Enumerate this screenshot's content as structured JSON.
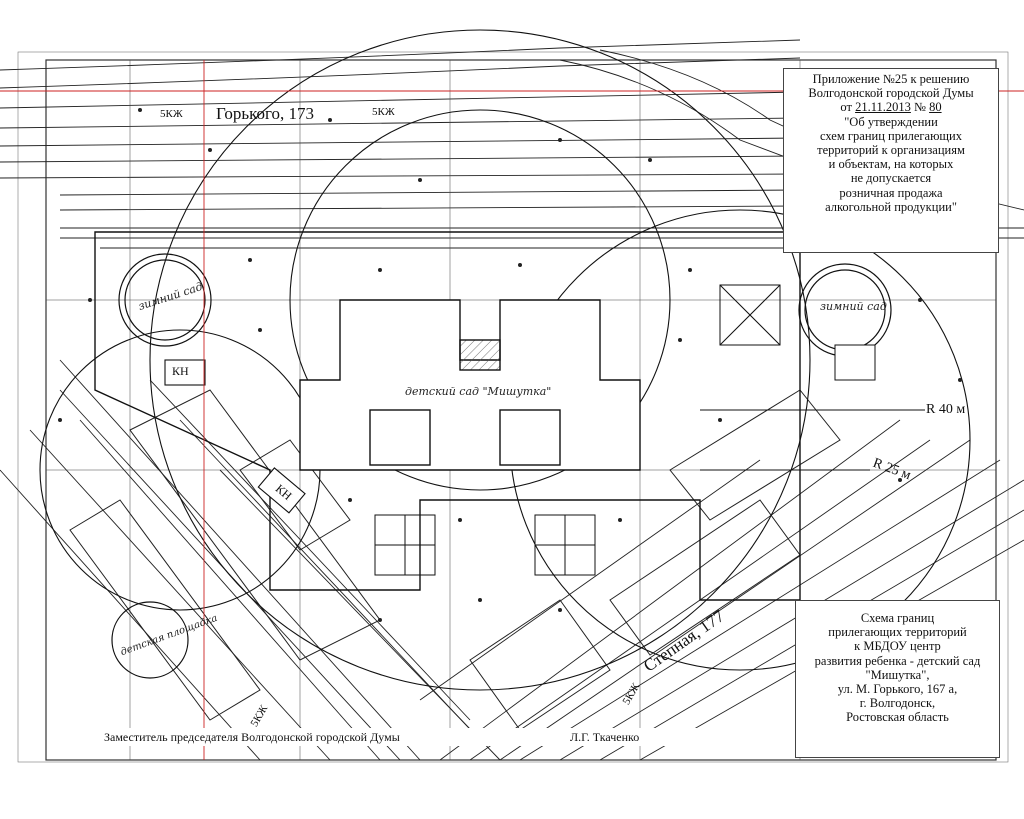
{
  "approval": {
    "line1": "Приложение №25 к решению",
    "line2": "Волгодонской городской Думы",
    "line3_prefix": "от",
    "line3_date": "21.11.2013",
    "line3_mid": "№",
    "line3_num": "80",
    "line4": "\"Об утверждении",
    "line5": "схем границ прилегающих",
    "line6": "территорий к организациям",
    "line7": "и объектам, на которых",
    "line8": "не допускается",
    "line9": "розничная продажа",
    "line10": "алкогольной продукции\""
  },
  "scheme": {
    "line1": "Схема границ",
    "line2": "прилегающих территорий",
    "line3": "к МБДОУ центр",
    "line4": "развития ребенка - детский сад",
    "line5": "\"Мишутка\",",
    "line6": "ул. М. Горького, 167 а,",
    "line7": "г. Волгодонск,",
    "line8": "Ростовская область"
  },
  "street_labels": {
    "gorkogo": "Горького, 173",
    "stepnaya": "Степная, 177"
  },
  "map_labels": {
    "building": "детский сад \"Мишутка\"",
    "winter_garden_left": "зимний сад",
    "winter_garden_right": "зимний сад",
    "kids_playground": "детская площадка",
    "radius_40": "R 40 м",
    "radius_25": "R 25 м",
    "kn1": "КН",
    "kn2": "КН",
    "floors_5kzh_1": "5КЖ",
    "floors_5kzh_2": "5КЖ",
    "floors_5kzh_3": "5КЖ",
    "floors_5kzh_4": "5КЖ"
  },
  "footer": {
    "deputy": "Заместитель председателя Волгодонской городской Думы",
    "name": "Л.Г. Ткаченко"
  },
  "colors": {
    "ink": "#111111",
    "border_red": "#cc2222",
    "frame": "#333333"
  }
}
